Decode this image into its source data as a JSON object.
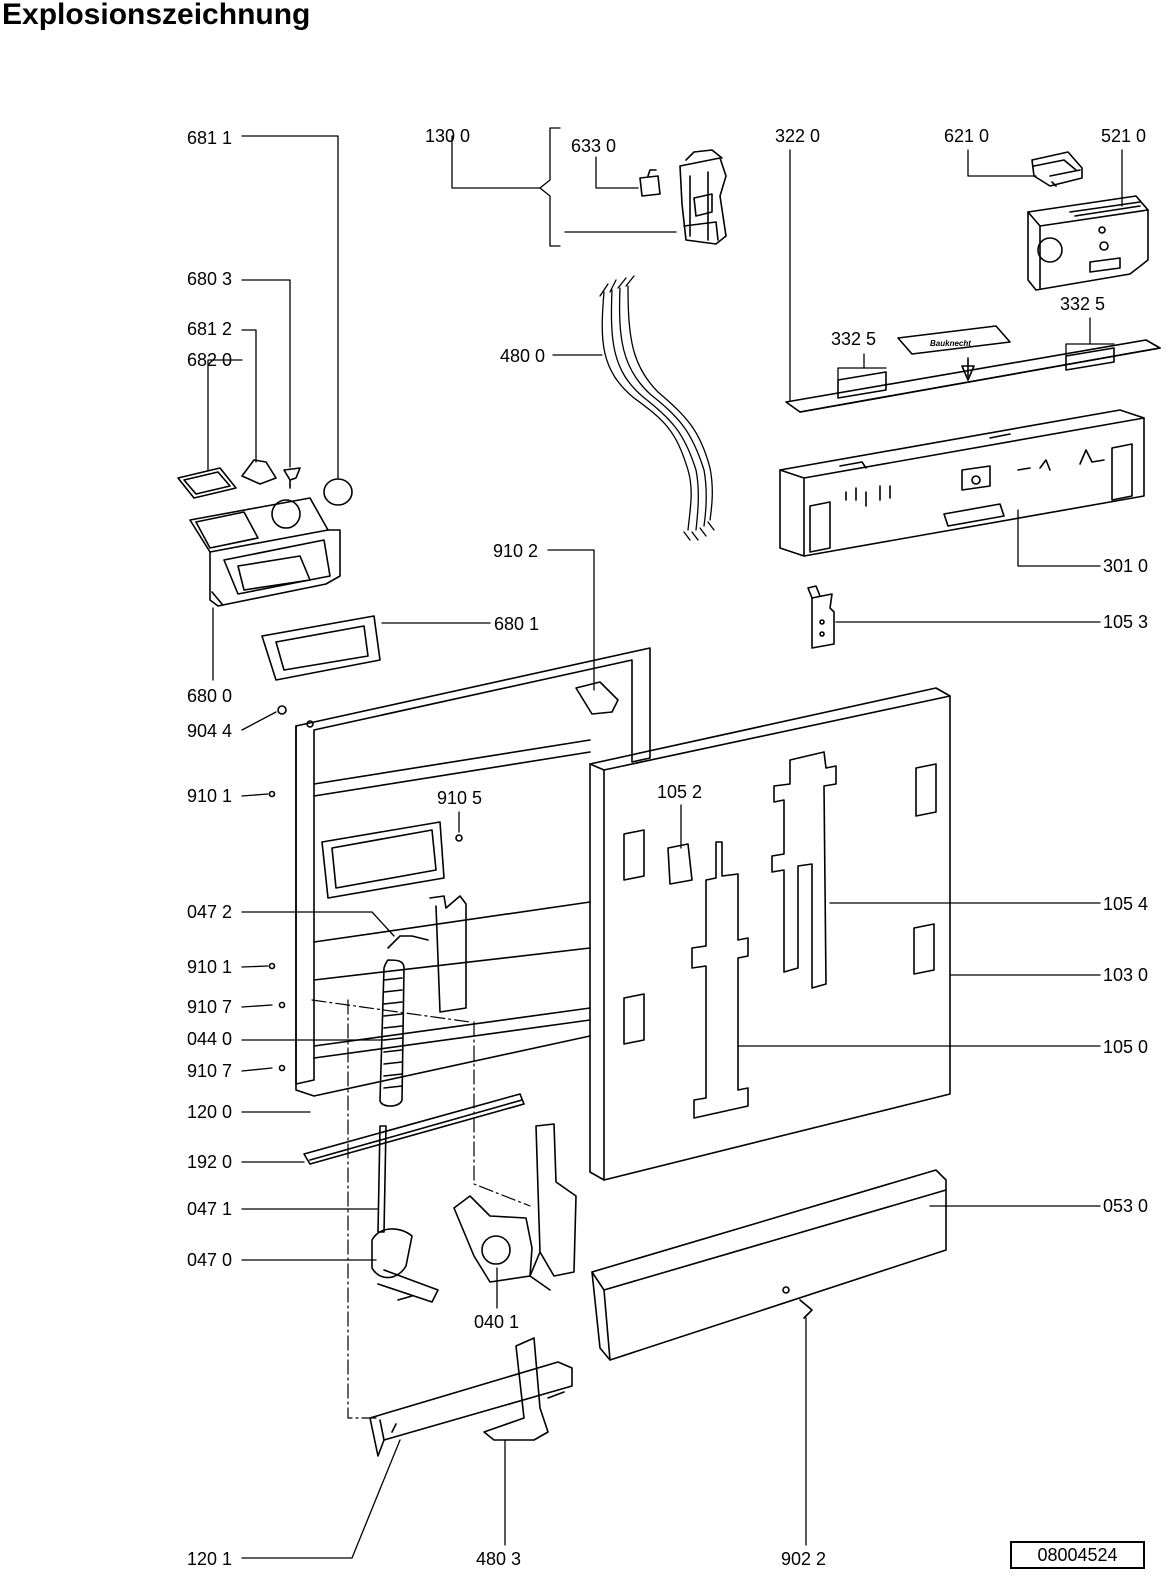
{
  "title": "Explosionszeichnung",
  "drawing_number": "08004524",
  "brand_text": "Bauknecht",
  "part_labels": {
    "p6811": "681 1",
    "p1300": "130 0",
    "p6330": "633 0",
    "p3220": "322  0",
    "p6210": "621 0",
    "p5210": "521 0",
    "p6803": "680 3",
    "p6812": "681 2",
    "p6820": "682 0",
    "p3325a": "332  5",
    "p3325b": "332  5",
    "p4800": "480 0",
    "p9102": "910 2",
    "p3010": "301 0",
    "p1053": "105 3",
    "p6801": "680 1",
    "p6800": "680 0",
    "p9044": "904 4",
    "p9101a": "910 1",
    "p9105": "910 5",
    "p1052": "105 2",
    "p0472": "047 2",
    "p1054": "105 4",
    "p9101b": "910 1",
    "p1030": "103 0",
    "p9107a": "910 7",
    "p0440": "044 0",
    "p1050": "105 0",
    "p9107b": "910 7",
    "p1200": "120 0",
    "p1920": "192 0",
    "p0471": "047 1",
    "p0530": "053 0",
    "p0470": "047 0",
    "p0401": "040 1",
    "p1201": "120 1",
    "p4803": "480 3",
    "p9022": "902 2"
  }
}
